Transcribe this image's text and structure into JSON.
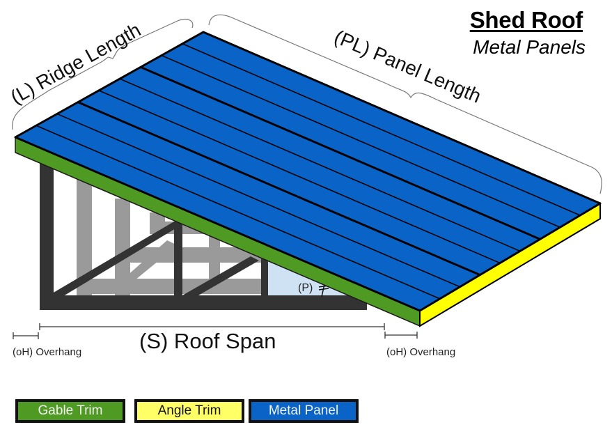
{
  "header": {
    "title": "Shed Roof",
    "subtitle": "Metal Panels"
  },
  "labels": {
    "ridge_length": "(L) Ridge Length",
    "panel_length": "(PL) Panel Length",
    "roof_span": "(S) Roof Span",
    "overhang_left": "(oH) Overhang",
    "overhang_right": "(oH) Overhang",
    "pitch": "(P)"
  },
  "legend": [
    {
      "label": "Gable Trim",
      "color": "#4f9a22"
    },
    {
      "label": "Angle Trim",
      "color": "#ffff66"
    },
    {
      "label": "Metal Panel",
      "color": "#0a63c7"
    }
  ],
  "colors": {
    "panel": "#0a63c7",
    "gable_trim": "#4f9a22",
    "angle_trim": "#ffff00",
    "frame_dark": "#333333",
    "frame_light": "#9a9a9a",
    "pitch_fill": "#cfe2f3"
  },
  "panel_seams": {
    "count": 8,
    "thick_seams": [
      3,
      6
    ]
  }
}
